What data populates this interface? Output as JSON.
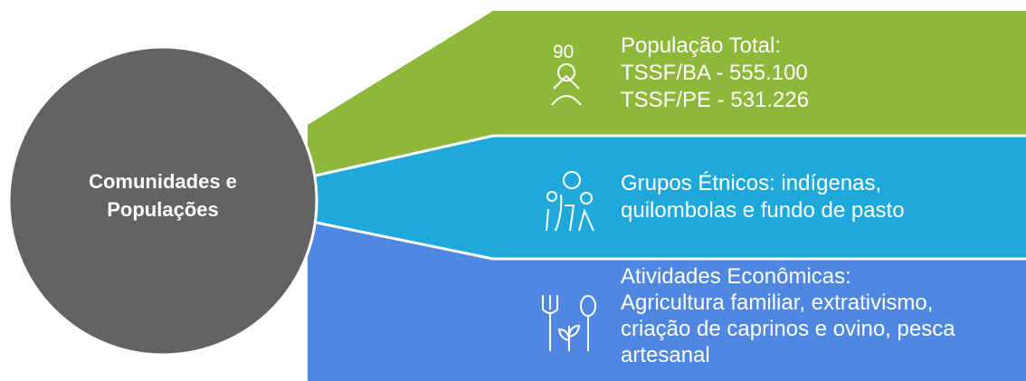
{
  "hub": {
    "label_line1": "Comunidades e",
    "label_line2": "Populações",
    "color": "#636363"
  },
  "bands": [
    {
      "icon": "older-person-icon",
      "color": "#8db83a",
      "lines": [
        "População Total:",
        "TSSF/BA - 555.100",
        "TSSF/PE - 531.226"
      ]
    },
    {
      "icon": "family-group-icon",
      "color": "#1fa9da",
      "lines": [
        "Grupos Étnicos: indígenas,",
        "quilombolas e fundo de pasto"
      ]
    },
    {
      "icon": "fork-spoon-plant-icon",
      "color": "#4f87e3",
      "lines": [
        "Atividades Econômicas:",
        "Agricultura familiar, extrativismo,",
        "criação de caprinos e ovino, pesca",
        "artesanal"
      ]
    }
  ],
  "icon_labels": {
    "age": "90"
  }
}
